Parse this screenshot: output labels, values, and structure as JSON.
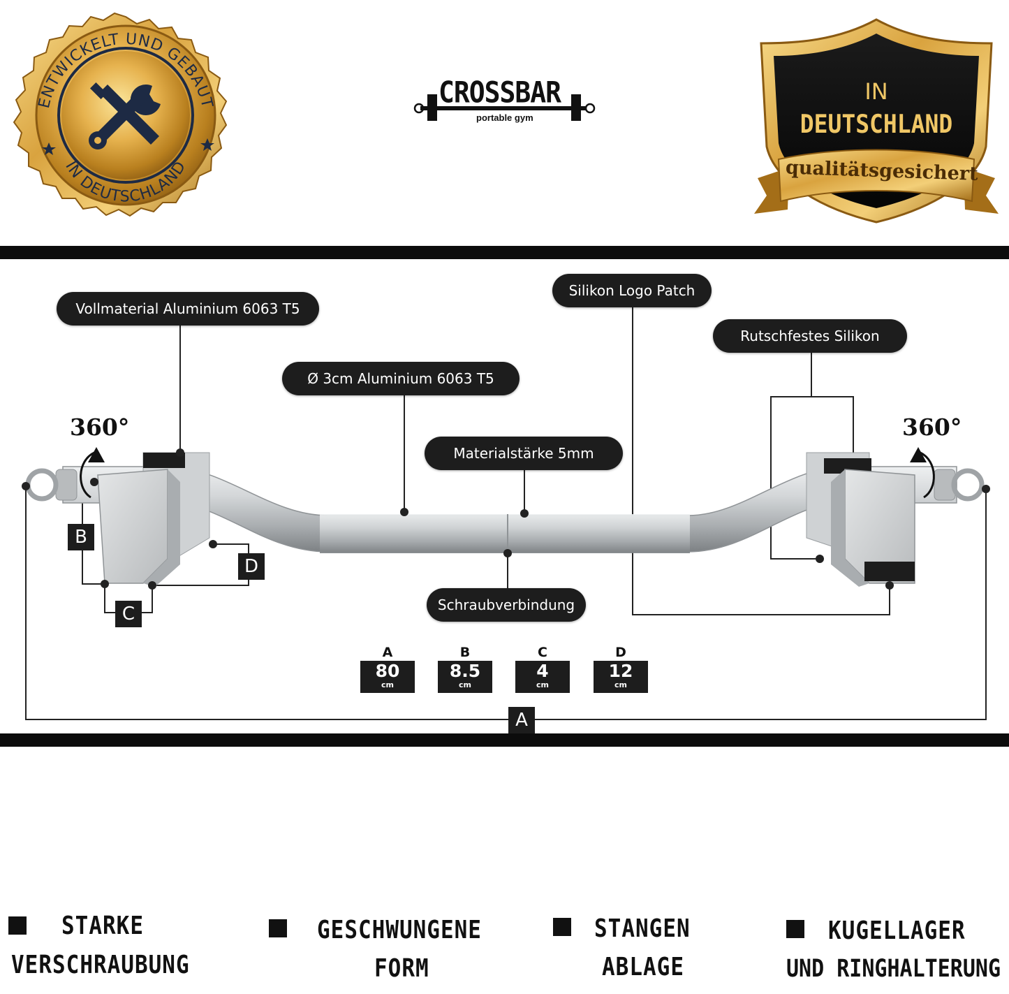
{
  "brand": {
    "name": "CROSSBAR",
    "tagline": "portable gym"
  },
  "badge_left": {
    "arc_top": "ENTWICKELT UND GEBAUT",
    "arc_bottom": "IN DEUTSCHLAND",
    "icon": "wrench-screwdriver-icon"
  },
  "badge_right": {
    "line1": "IN",
    "line2": "DEUTSCHLAND",
    "ribbon": "qualitätsgesichert"
  },
  "callouts": {
    "material": "Vollmaterial Aluminium 6063 T5",
    "diameter": "Ø 3cm Aluminium 6063 T5",
    "thickness": "Materialstärke 5mm",
    "logo_patch": "Silikon Logo Patch",
    "grip": "Rutschfestes Silikon",
    "joint": "Schraubverbindung"
  },
  "rotation": {
    "left": "360°",
    "right": "360°"
  },
  "dimension_letters": {
    "a": "A",
    "b": "B",
    "c": "C",
    "d": "D"
  },
  "specs": [
    {
      "key": "A",
      "value": "80",
      "unit": "cm"
    },
    {
      "key": "B",
      "value": "8.5",
      "unit": "cm"
    },
    {
      "key": "C",
      "value": "4",
      "unit": "cm"
    },
    {
      "key": "D",
      "value": "12",
      "unit": "cm"
    }
  ],
  "features": [
    {
      "line1": "STARKE",
      "line2": "VERSCHRAUBUNG"
    },
    {
      "line1": "GESCHWUNGENE",
      "line2": "FORM"
    },
    {
      "line1": "STANGEN",
      "line2": "ABLAGE"
    },
    {
      "line1": "KUGELLAGER",
      "line2": "UND RINGHALTERUNG"
    }
  ],
  "colors": {
    "gold": "#c9932f",
    "gold_light": "#f6d98a",
    "dark": "#1d1d1d",
    "steel": "#c9cbcd"
  }
}
